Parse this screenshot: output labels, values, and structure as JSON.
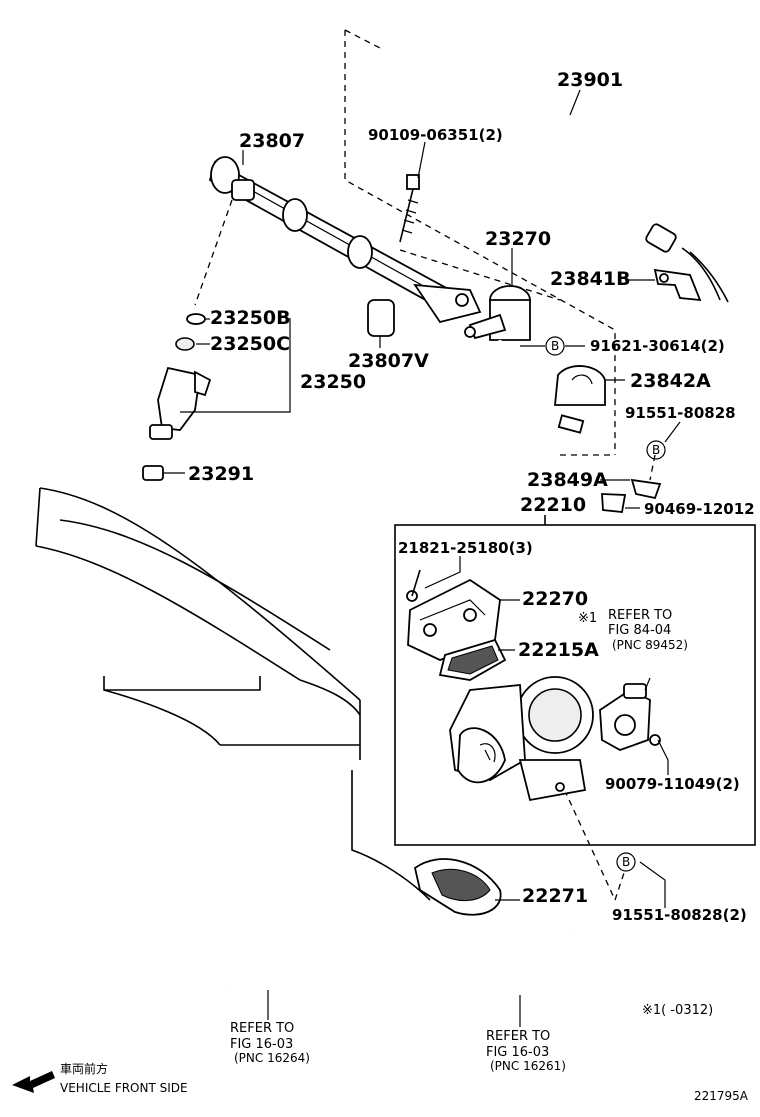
{
  "labels": {
    "l_23901": "23901",
    "l_90109": "90109-06351(2)",
    "l_23807": "23807",
    "l_23270": "23270",
    "l_23841b": "23841B",
    "l_23250b": "23250B",
    "l_23250c": "23250C",
    "l_23250": "23250",
    "l_23807v": "23807V",
    "l_91621": "91621-30614(2)",
    "l_23842a": "23842A",
    "l_91551a": "91551-80828",
    "l_23291": "23291",
    "l_23849a": "23849A",
    "l_22210": "22210",
    "l_90469": "90469-12012",
    "l_21821": "21821-25180(3)",
    "l_22270": "22270",
    "l_22215a": "22215A",
    "l_90079": "90079-11049(2)",
    "l_22271": "22271",
    "l_91551b": "91551-80828(2)",
    "circ_b1": "B",
    "circ_b2": "B",
    "circ_b3": "B"
  },
  "refs": {
    "ref84_mark": "※1",
    "ref84_l1": "REFER TO",
    "ref84_l2": "FIG 84-04",
    "ref84_l3": "(PNC 89452)",
    "ref1603a_l1": "REFER TO",
    "ref1603a_l2": "FIG 16-03",
    "ref1603a_l3": "(PNC 16264)",
    "ref1603b_l1": "REFER TO",
    "ref1603b_l2": "FIG 16-03",
    "ref1603b_l3": "(PNC 16261)"
  },
  "footer": {
    "note": "※1(     -0312)",
    "front_jp": "車両前方",
    "front_en": "VEHICLE FRONT SIDE",
    "code": "221795A"
  }
}
